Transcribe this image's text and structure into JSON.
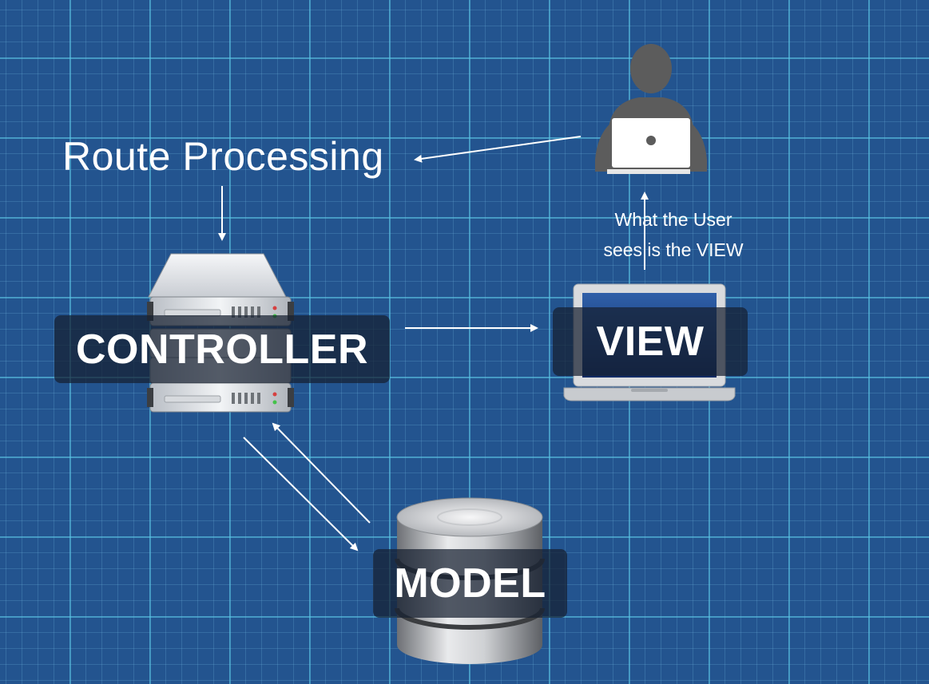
{
  "diagram": {
    "title": "Route Processing",
    "caption_line1": "What the User",
    "caption_line2": "sees is the VIEW",
    "controller_label": "CONTROLLER",
    "view_label": "VIEW",
    "model_label": "MODEL"
  },
  "icons": {
    "user": "user-with-laptop-icon",
    "server": "server-rack-icon",
    "laptop": "laptop-icon",
    "database": "database-icon"
  },
  "colors": {
    "background": "#23548f",
    "grid": "#5ac8e6",
    "arrows": "#ffffff",
    "label_box": "#162030"
  }
}
